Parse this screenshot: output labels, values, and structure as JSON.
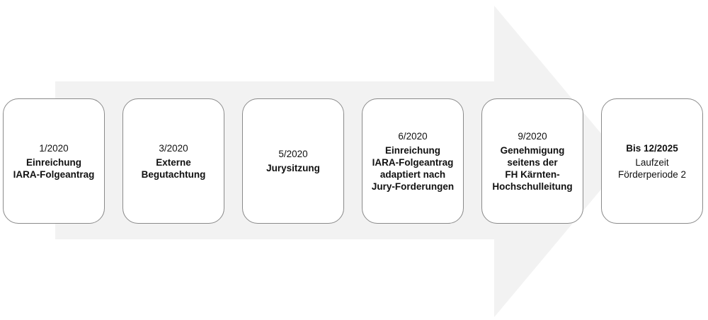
{
  "arrow_color": "#f2f2f2",
  "steps": [
    {
      "date": "1/2020",
      "title": "Einreichung\nIARA-Folgeantrag"
    },
    {
      "date": "3/2020",
      "title": "Externe\nBegutachtung"
    },
    {
      "date": "5/2020",
      "title": "Jurysitzung"
    },
    {
      "date": "6/2020",
      "title": "Einreichung\nIARA-Folgeantrag\nadaptiert nach\nJury-Forderungen"
    },
    {
      "date": "9/2020",
      "title": "Genehmigung\nseitens der\nFH Kärnten-\nHochschulleitung"
    }
  ],
  "final": {
    "title": "Bis 12/2025",
    "subtitle": "Laufzeit\nFörderperiode 2"
  }
}
